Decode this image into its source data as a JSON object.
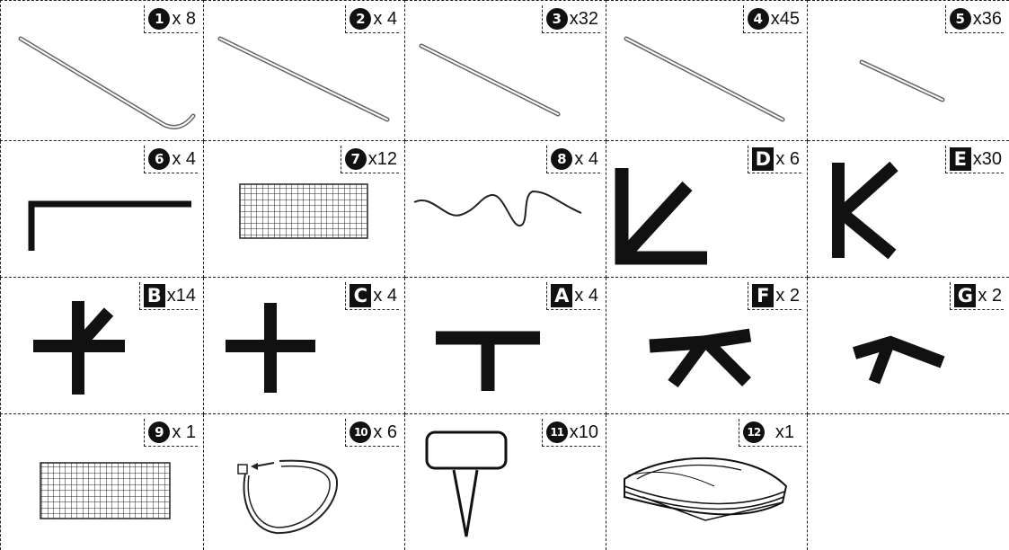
{
  "parts": [
    {
      "id": "p1",
      "badge": "1",
      "qty": "x 8"
    },
    {
      "id": "p2",
      "badge": "2",
      "qty": "x 4"
    },
    {
      "id": "p3",
      "badge": "3",
      "qty": "x32"
    },
    {
      "id": "p4",
      "badge": "4",
      "qty": "x45"
    },
    {
      "id": "p5",
      "badge": "5",
      "qty": "x36"
    },
    {
      "id": "p6",
      "badge": "6",
      "qty": "x 4"
    },
    {
      "id": "p7",
      "badge": "7",
      "qty": "x12"
    },
    {
      "id": "p8",
      "badge": "8",
      "qty": "x 4"
    },
    {
      "id": "pD",
      "badge": "D",
      "qty": "x 6"
    },
    {
      "id": "pE",
      "badge": "E",
      "qty": "x30"
    },
    {
      "id": "pB",
      "badge": "B",
      "qty": "x14"
    },
    {
      "id": "pC",
      "badge": "C",
      "qty": "x 4"
    },
    {
      "id": "pA",
      "badge": "A",
      "qty": "x 4"
    },
    {
      "id": "pF",
      "badge": "F",
      "qty": "x 2"
    },
    {
      "id": "pG",
      "badge": "G",
      "qty": "x 2"
    },
    {
      "id": "p9",
      "badge": "9",
      "qty": "x 1"
    },
    {
      "id": "p10",
      "badge": "10",
      "qty": "x 6"
    },
    {
      "id": "p11",
      "badge": "11",
      "qty": "x10"
    },
    {
      "id": "p12",
      "badge": "12",
      "qty": "x1"
    }
  ]
}
